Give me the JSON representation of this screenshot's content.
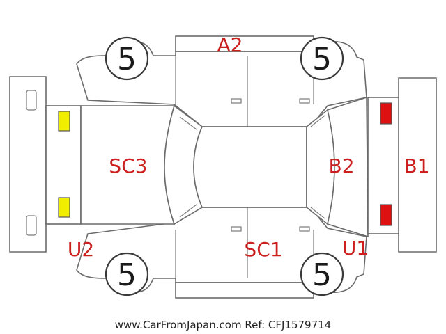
{
  "diagram": {
    "tires": {
      "front_left": "5",
      "front_right": "5",
      "rear_left": "5",
      "rear_right": "5"
    },
    "codes": {
      "roof_edge": "A2",
      "rear_floor": "SC3",
      "rear_bumper": "U2",
      "rocker_panel": "SC1",
      "hood": "B2",
      "front_bumper": "B1",
      "front_bumper_lower": "U1"
    },
    "footer_text": "www.CarFromJapan.com Ref: CFJ1579714"
  },
  "colors": {
    "code_text": "#cc1f1f",
    "rear_lamp_fill": "#f2ee00",
    "front_lamp_fill": "#dd1111",
    "outline": "#6b6b6b"
  }
}
